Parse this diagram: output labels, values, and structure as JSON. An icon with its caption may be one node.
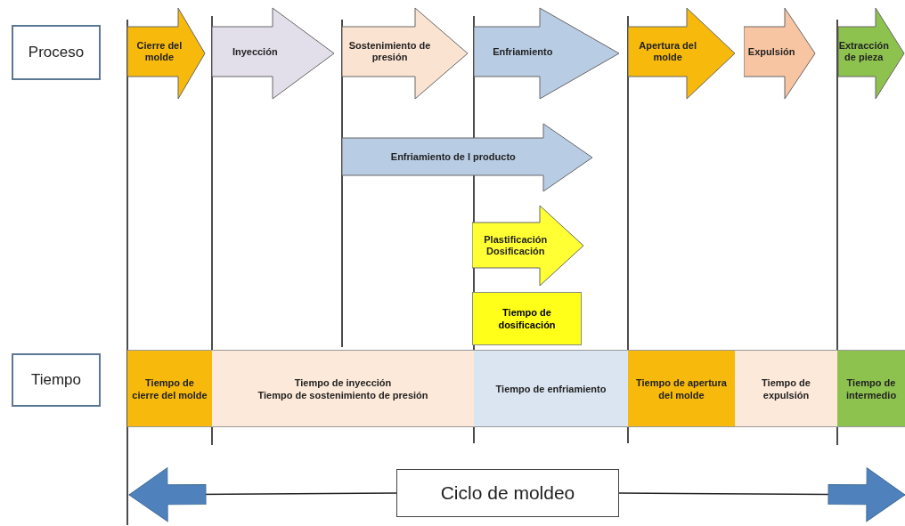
{
  "diagram": {
    "nodes": [
      {
        "text": [
          "Proceso"
        ]
      },
      {
        "text": [
          "Cierre del molde"
        ]
      },
      {
        "text": [
          "Inyección"
        ]
      },
      {
        "text": [
          "Sostenimiento de presión"
        ]
      },
      {
        "text": [
          "Enfriamiento"
        ]
      },
      {
        "text": [
          "Apertura del molde"
        ]
      },
      {
        "text": [
          "Expulsión"
        ]
      },
      {
        "text": [
          "Extracción de pieza"
        ]
      },
      {
        "text": [
          "Enfriamiento de l producto"
        ]
      },
      {
        "text": [
          "Plastificación Dosificación"
        ]
      },
      {
        "text": [
          "Tiempo de dosificación"
        ]
      },
      {
        "text": [
          "Tiempo"
        ]
      },
      {
        "text": [
          "Tiempo de cierre del molde"
        ]
      },
      {
        "text": [
          "Tiempo de inyección",
          "Tiempo de sostenimiento de presión"
        ]
      },
      {
        "text": [
          "Tiempo de enfriamiento"
        ]
      },
      {
        "text": [
          "Tiempo de apertura del molde"
        ]
      },
      {
        "text": [
          "Tiempo de expulsión"
        ]
      },
      {
        "text": [
          "Tiempo de intermedio"
        ]
      },
      {
        "text": [
          "Ciclo de moldeo"
        ]
      }
    ],
    "edges": [
      {
        "from": 18,
        "to": null,
        "arrow": "to"
      },
      {
        "from": 18,
        "to": null,
        "arrow": "to"
      }
    ]
  }
}
